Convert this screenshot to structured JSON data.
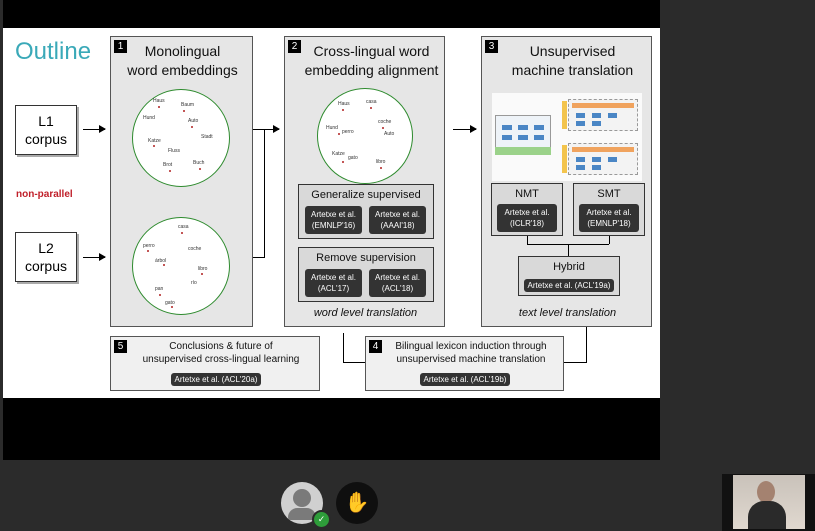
{
  "slide": {
    "title": "Outline",
    "l1_doc": {
      "line1": "L1",
      "line2": "corpus"
    },
    "l2_doc": {
      "line1": "L2",
      "line2": "corpus"
    },
    "nonparallel": "non-parallel",
    "panel1": {
      "num": "1",
      "title_line1": "Monolingual",
      "title_line2": "word embeddings"
    },
    "panel2": {
      "num": "2",
      "title_line1": "Cross-lingual word",
      "title_line2": "embedding alignment",
      "generalize": {
        "title": "Generalize supervised",
        "cite1": [
          "Artetxe et al.",
          "(EMNLP'16)"
        ],
        "cite2": [
          "Artetxe et al.",
          "(AAAI'18)"
        ]
      },
      "remove": {
        "title": "Remove supervision",
        "cite1": [
          "Artetxe et al.",
          "(ACL'17)"
        ],
        "cite2": [
          "Artetxe et al.",
          "(ACL'18)"
        ]
      },
      "footer": "word level translation"
    },
    "panel3": {
      "num": "3",
      "title_line1": "Unsupervised",
      "title_line2": "machine translation",
      "nmt": {
        "title": "NMT",
        "cite": [
          "Artetxe et al.",
          "(ICLR'18)"
        ]
      },
      "smt": {
        "title": "SMT",
        "cite": [
          "Artetxe et al.",
          "(EMNLP'18)"
        ]
      },
      "hybrid": {
        "title": "Hybrid",
        "cite": "Artetxe et al. (ACL'19a)"
      },
      "footer": "text level translation"
    },
    "panel4": {
      "num": "4",
      "line1": "Bilingual lexicon induction through",
      "line2": "unsupervised machine translation",
      "cite": "Artetxe et al. (ACL'19b)"
    },
    "panel5": {
      "num": "5",
      "line1": "Conclusions & future of",
      "line2": "unsupervised cross-lingual learning",
      "cite": "Artetxe et al. (ACL'20a)"
    }
  },
  "controls": {
    "avatar_icon": "person-icon",
    "verified_icon": "check-icon",
    "raise_hand_icon": "raise-hand-icon"
  },
  "colors": {
    "title_teal": "#3aa9b8",
    "nonparallel_red": "#c0202a",
    "verified_green": "#2e9d3a"
  }
}
